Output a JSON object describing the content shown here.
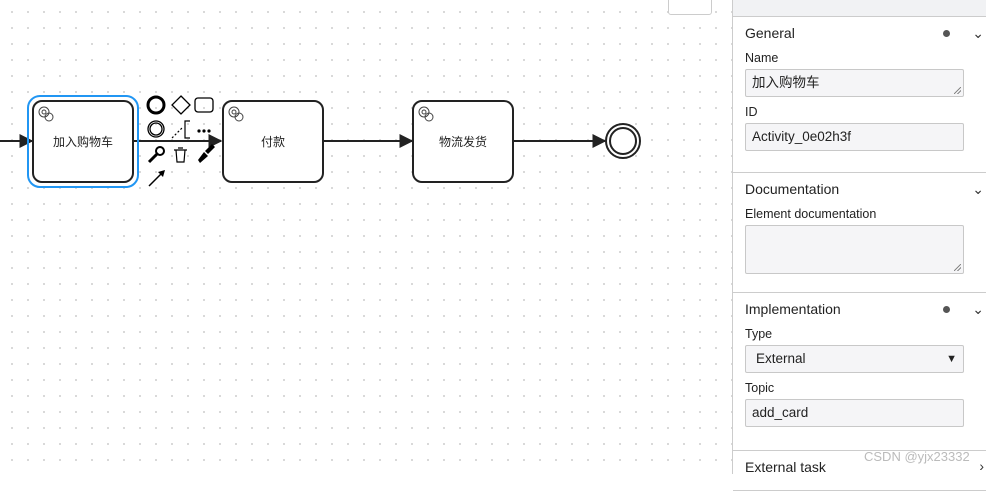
{
  "diagram": {
    "tasks": [
      {
        "label": "加入购物车",
        "selected": true,
        "icon": "service-task-gear-icon"
      },
      {
        "label": "付款",
        "icon": "service-task-gear-icon"
      },
      {
        "label": "物流发货",
        "icon": "service-task-gear-icon"
      }
    ],
    "selection_color": "#2196f3",
    "context_pad": [
      "end-event-icon",
      "gateway-icon",
      "task-icon",
      "intermediate-event-icon",
      "text-annotation-icon",
      "more-icon",
      "wrench-icon",
      "trash-icon",
      "paint-icon",
      "connect-arrow-icon"
    ]
  },
  "panel": {
    "general": {
      "title": "General",
      "name_label": "Name",
      "name_value": "加入购物车",
      "id_label": "ID",
      "id_value": "Activity_0e02h3f"
    },
    "documentation": {
      "title": "Documentation",
      "doc_label": "Element documentation",
      "doc_value": ""
    },
    "implementation": {
      "title": "Implementation",
      "type_label": "Type",
      "type_value": "External",
      "topic_label": "Topic",
      "topic_value": "add_card"
    },
    "external_task": {
      "title": "External task"
    }
  },
  "watermark": "CSDN @yjx23332"
}
